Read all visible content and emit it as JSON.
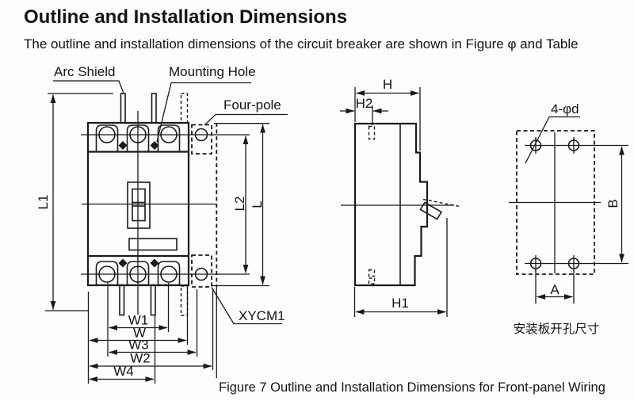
{
  "header": {
    "title": "Outline and Installation Dimensions",
    "subtitle": "The outline and installation dimensions of the circuit breaker are shown in Figure φ and Table"
  },
  "figure": {
    "caption": "Figure 7 Outline and Installation Dimensions for Front-panel Wiring"
  },
  "front_view": {
    "callouts": {
      "arc_shield": "Arc Shield",
      "mounting_hole": "Mounting Hole",
      "four_pole": "Four-pole",
      "model": "XYCM1"
    },
    "dims": {
      "l1": "L1",
      "l2": "L2",
      "l": "L",
      "w1": "W1",
      "w": "W",
      "w3": "W3",
      "w2": "W2",
      "w4": "W4"
    }
  },
  "side_view": {
    "dims": {
      "h": "H",
      "h2": "H2",
      "h1": "H1"
    }
  },
  "drilling_view": {
    "hole_callout": "4-φd",
    "dims": {
      "a": "A",
      "b": "B"
    },
    "caption": "安装板开孔尺寸"
  },
  "colors": {
    "line": "#1a1a1a",
    "background": "#fdfdfb"
  }
}
